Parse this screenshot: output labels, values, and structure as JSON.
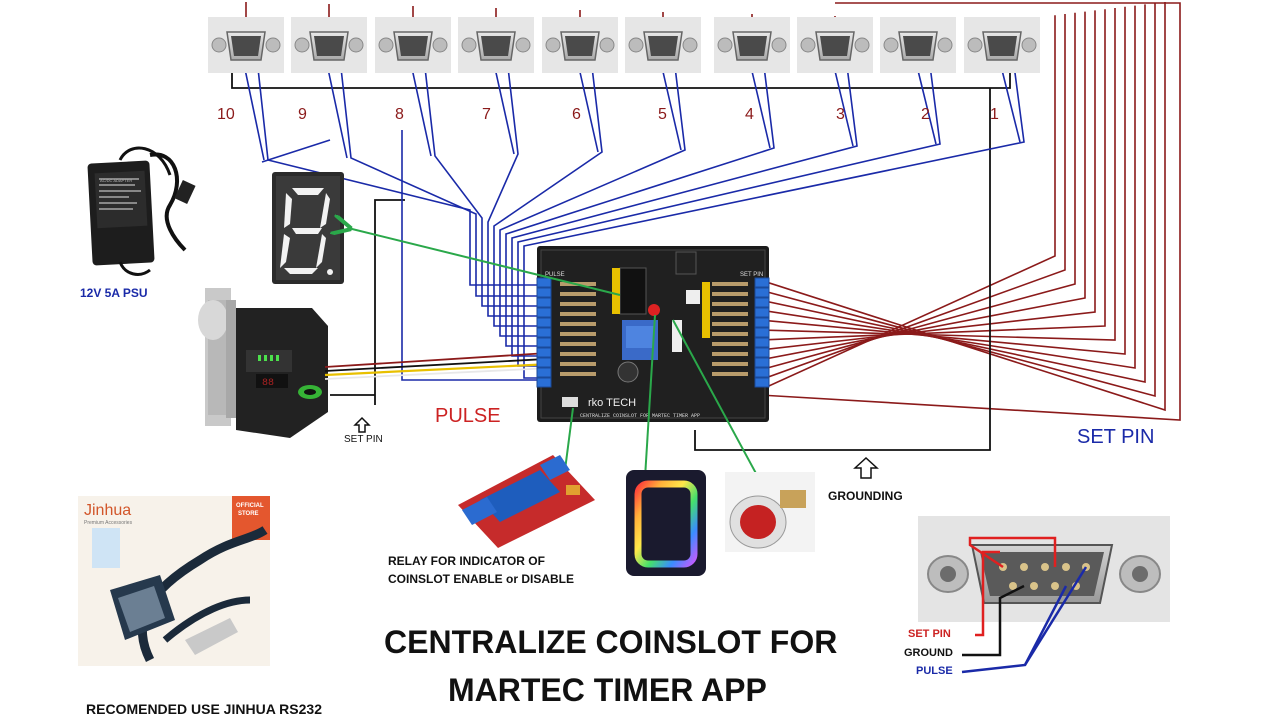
{
  "port_numbers": [
    "10",
    "9",
    "8",
    "7",
    "6",
    "5",
    "4",
    "3",
    "2",
    "1"
  ],
  "labels": {
    "psu": "12V 5A PSU",
    "pulse_main": "PULSE",
    "set_pin_main": "SET PIN",
    "set_pin_small": "SET PIN",
    "grounding": "GROUNDING",
    "relay_line1": "RELAY FOR INDICATOR OF",
    "relay_line2": "COINSLOT  ENABLE or DISABLE",
    "jinhua_note": "RECOMENDED USE JINHUA RS232",
    "title_line1": "CENTRALIZE COINSLOT FOR",
    "title_line2": "MARTEC TIMER APP",
    "db9_set_pin": "SET PIN",
    "db9_ground": "GROUND",
    "db9_pulse": "PULSE"
  },
  "board": {
    "left_header": "PULSE",
    "right_header": "SET PIN",
    "brand": "rko TECH",
    "silkscreen": "CENTRALIZE COINSLOT FOR MARTEC TIMER APP"
  },
  "jinhua_box": {
    "brand": "Jinhua",
    "tagline": "Premium Accessories",
    "badge_top": "OFFICIAL",
    "badge_bottom": "STORE"
  },
  "psu_box": {
    "line1": "AC/DC ADAPTER"
  },
  "colors": {
    "pulse_wire": "#1a2aa8",
    "set_pin_wire": "#8b1a1a",
    "ground_wire": "#111111",
    "signal_green": "#2aa84a",
    "label_red": "#cc2222",
    "label_blue": "#1a2aa8",
    "pcb": "#1b1b1b",
    "terminal_blue": "#2a6fd6"
  },
  "icons": [
    "up-arrow-icon"
  ]
}
